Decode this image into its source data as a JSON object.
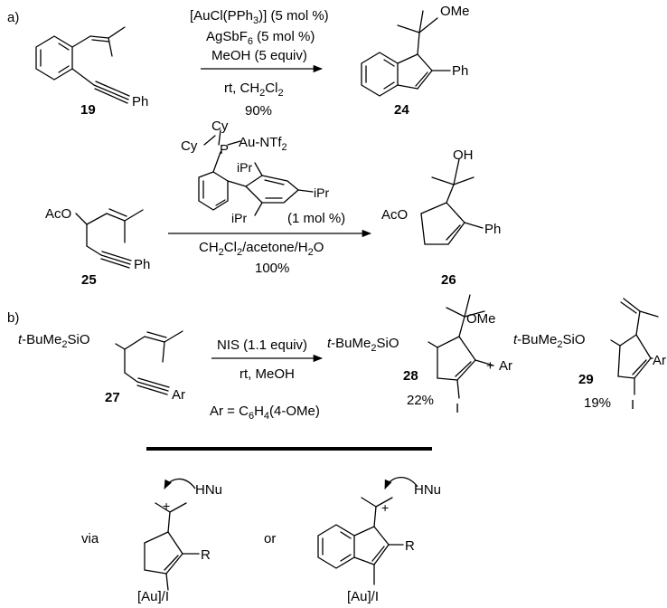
{
  "sections": {
    "a": "a)",
    "b": "b)"
  },
  "reaction1": {
    "reagents": [
      {
        "pre": "[AuCl(PPh",
        "sub": "3",
        "post": ")] (5 mol %)"
      },
      {
        "pre": "AgSbF",
        "sub": "6",
        "post": " (5 mol %)"
      },
      {
        "pre": "MeOH (5 equiv)",
        "sub": "",
        "post": ""
      }
    ],
    "conditions": {
      "pre": "rt, CH",
      "sub": "2",
      "post": "Cl",
      "sub2": "2"
    },
    "yield": "90%",
    "start_label": "19",
    "product_label": "24",
    "start_substituent": "Ph",
    "product_ome": "OMe",
    "product_ph": "Ph"
  },
  "reaction2": {
    "catalyst": {
      "cy1": "Cy",
      "cy2": "Cy",
      "p": "P",
      "au": {
        "pre": "Au-NTf",
        "sub": "2"
      },
      "ipr": [
        "iPr",
        "iPr",
        "iPr"
      ],
      "loading": "(1 mol %)"
    },
    "solvent": {
      "pre": "CH",
      "sub1": "2",
      "mid": "Cl",
      "sub2": "2",
      "post": "/acetone/H",
      "sub3": "2",
      "end": "O"
    },
    "yield": "100%",
    "start_label": "25",
    "product_label": "26",
    "aco": "AcO",
    "ph": "Ph",
    "oh": "OH",
    "product_aco": "AcO",
    "product_ph": "Ph"
  },
  "reaction3": {
    "start_label": "27",
    "start_silyl": {
      "pre": "t",
      "mid": "-BuMe",
      "sub": "2",
      "post": "SiO"
    },
    "start_ar": "Ar",
    "reagent": "NIS (1.1 equiv)",
    "conditions": "rt, MeOH",
    "ar_def": {
      "pre": "Ar = C",
      "sub1": "6",
      "mid": "H",
      "sub2": "4",
      "post": "(4-OMe)"
    },
    "product1_label": "28",
    "product1_yield": "22%",
    "product1_silyl": {
      "pre": "t",
      "mid": "-BuMe",
      "sub": "2",
      "post": "SiO"
    },
    "product1_ome": "OMe",
    "product1_ar": "Ar",
    "product1_i": "I",
    "plus": "+",
    "product2_label": "29",
    "product2_yield": "19%",
    "product2_silyl": {
      "pre": "t",
      "mid": "-BuMe",
      "sub": "2",
      "post": "SiO"
    },
    "product2_ar": "Ar",
    "product2_i": "I"
  },
  "intermediates": {
    "via": "via",
    "or": "or",
    "hnu1": "HNu",
    "hnu2": "HNu",
    "plus1": "+",
    "plus2": "+",
    "r1": "R",
    "r2": "R",
    "au1": "[Au]/I",
    "au2": "[Au]/I"
  }
}
